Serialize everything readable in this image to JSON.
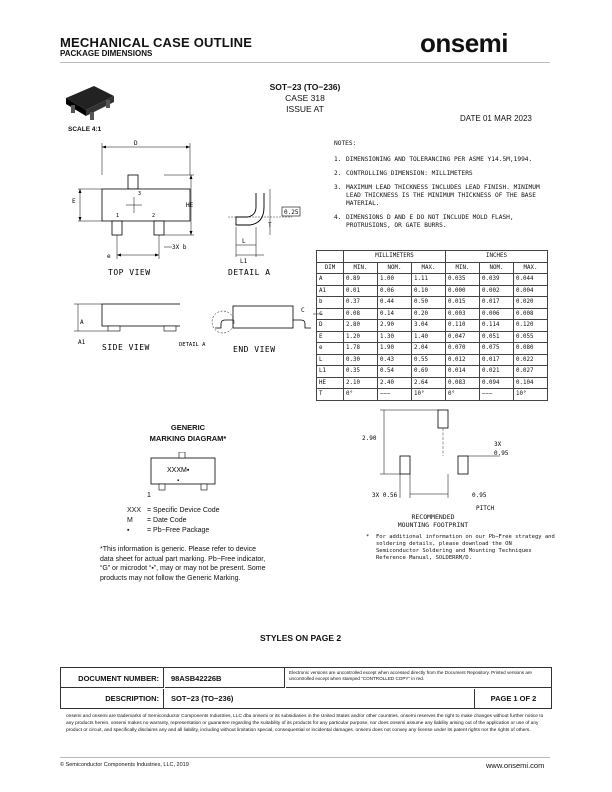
{
  "header": {
    "title": "MECHANICAL CASE OUTLINE",
    "subtitle": "PACKAGE DIMENSIONS",
    "logo": "onsemi"
  },
  "package": {
    "name": "SOT−23 (TO−236)",
    "case": "CASE 318",
    "issue": "ISSUE AT",
    "date": "DATE 01 MAR 2023",
    "scale": "SCALE 4:1"
  },
  "notes": {
    "heading": "NOTES:",
    "items": [
      {
        "num": "1.",
        "text": "DIMENSIONING AND TOLERANCING PER ASME Y14.5M,1994."
      },
      {
        "num": "2.",
        "text": "CONTROLLING DIMENSION: MILLIMETERS"
      },
      {
        "num": "3.",
        "text": "MAXIMUM LEAD THICKNESS INCLUDES LEAD FINISH. MINIMUM LEAD THICKNESS IS THE MINIMUM THICKNESS OF THE BASE MATERIAL."
      },
      {
        "num": "4.",
        "text": "DIMENSIONS D AND E DO NOT INCLUDE MOLD FLASH, PROTRUSIONS, OR GATE BURRS."
      }
    ]
  },
  "dim_table": {
    "group_headers": [
      "MILLIMETERS",
      "INCHES"
    ],
    "columns": [
      "DIM",
      "MIN.",
      "NOM.",
      "MAX.",
      "MIN.",
      "NOM.",
      "MAX."
    ],
    "rows": [
      [
        "A",
        "0.89",
        "1.00",
        "1.11",
        "0.035",
        "0.039",
        "0.044"
      ],
      [
        "A1",
        "0.01",
        "0.06",
        "0.10",
        "0.000",
        "0.002",
        "0.004"
      ],
      [
        "b",
        "0.37",
        "0.44",
        "0.50",
        "0.015",
        "0.017",
        "0.020"
      ],
      [
        "c",
        "0.08",
        "0.14",
        "0.20",
        "0.003",
        "0.006",
        "0.008"
      ],
      [
        "D",
        "2.80",
        "2.90",
        "3.04",
        "0.110",
        "0.114",
        "0.120"
      ],
      [
        "E",
        "1.20",
        "1.30",
        "1.40",
        "0.047",
        "0.051",
        "0.055"
      ],
      [
        "e",
        "1.78",
        "1.90",
        "2.04",
        "0.070",
        "0.075",
        "0.080"
      ],
      [
        "L",
        "0.30",
        "0.43",
        "0.55",
        "0.012",
        "0.017",
        "0.022"
      ],
      [
        "L1",
        "0.35",
        "0.54",
        "0.69",
        "0.014",
        "0.021",
        "0.027"
      ],
      [
        "HE",
        "2.10",
        "2.40",
        "2.64",
        "0.083",
        "0.094",
        "0.104"
      ],
      [
        "T",
        "0°",
        "−−−",
        "10°",
        "0°",
        "−−−",
        "10°"
      ]
    ]
  },
  "drawing_labels": {
    "top_view": "TOP VIEW",
    "detail_a": "DETAIL A",
    "side_view": "SIDE VIEW",
    "end_view": "END VIEW",
    "detail_a_small": "DETAIL A",
    "d": "D",
    "e_upper": "E",
    "he": "HE",
    "e_lower": "e",
    "three_x_b": "3X b",
    "l": "L",
    "l1": "L1",
    "t": "T",
    "gauge": "0.25",
    "a": "A",
    "a1": "A1",
    "c": "C",
    "pin1": "1",
    "pin2": "2",
    "pin3": "3"
  },
  "footprint": {
    "dim_290": "2.90",
    "three_x": "3X",
    "dim_095_top": "0.95",
    "three_x_056": "3X 0.56",
    "dim_095_bottom": "0.95",
    "pitch": "PITCH",
    "title_1": "RECOMMENDED",
    "title_2": "MOUNTING FOOTPRINT",
    "note": "For additional information on our Pb−Free strategy and soldering details, please download the ON Semiconductor Soldering and Mounting Techniques Reference Manual, SOLDERRM/D."
  },
  "marking": {
    "title_1": "GENERIC",
    "title_2": "MARKING DIAGRAM*",
    "code": "XXXM▪",
    "dot": "▪",
    "pin": "1",
    "legend": [
      {
        "k": "XXX",
        "v": "= Specific Device Code"
      },
      {
        "k": "M",
        "v": "= Date Code"
      },
      {
        "k": "▪",
        "v": "= Pb−Free Package"
      }
    ],
    "disclaimer": "*This information is generic. Please refer to device data sheet for actual part marking. Pb−Free indicator, “G” or microdot “▪”, may or may not be present. Some products may not follow the Generic Marking."
  },
  "styles_note": "STYLES ON PAGE 2",
  "doc_box": {
    "doc_number_label": "DOCUMENT NUMBER:",
    "doc_number": "98ASB42226B",
    "electronic_note": "Electronic versions are uncontrolled except when accessed directly from the Document Repository. Printed versions are uncontrolled except when stamped “CONTROLLED COPY” in red.",
    "description_label": "DESCRIPTION:",
    "description": "SOT−23 (TO−236)",
    "page": "PAGE 1 OF 2"
  },
  "footer": {
    "legal": "onsemi and onsemi are trademarks of Semiconductor Components Industries, LLC dba onsemi or its subsidiaries in the United States and/or other countries. onsemi reserves the right to make changes without further notice to any products herein. onsemi makes no warranty, representation or guarantee regarding the suitability of its products for any particular purpose, nor does onsemi assume any liability arising out of the application or use of any product or circuit, and specifically disclaims any and all liability, including without limitation special, consequential or incidental damages. onsemi does not convey any license under its patent rights nor the rights of others.",
    "copyright": "© Semiconductor Components Industries, LLC, 2019",
    "url": "www.onsemi.com"
  }
}
